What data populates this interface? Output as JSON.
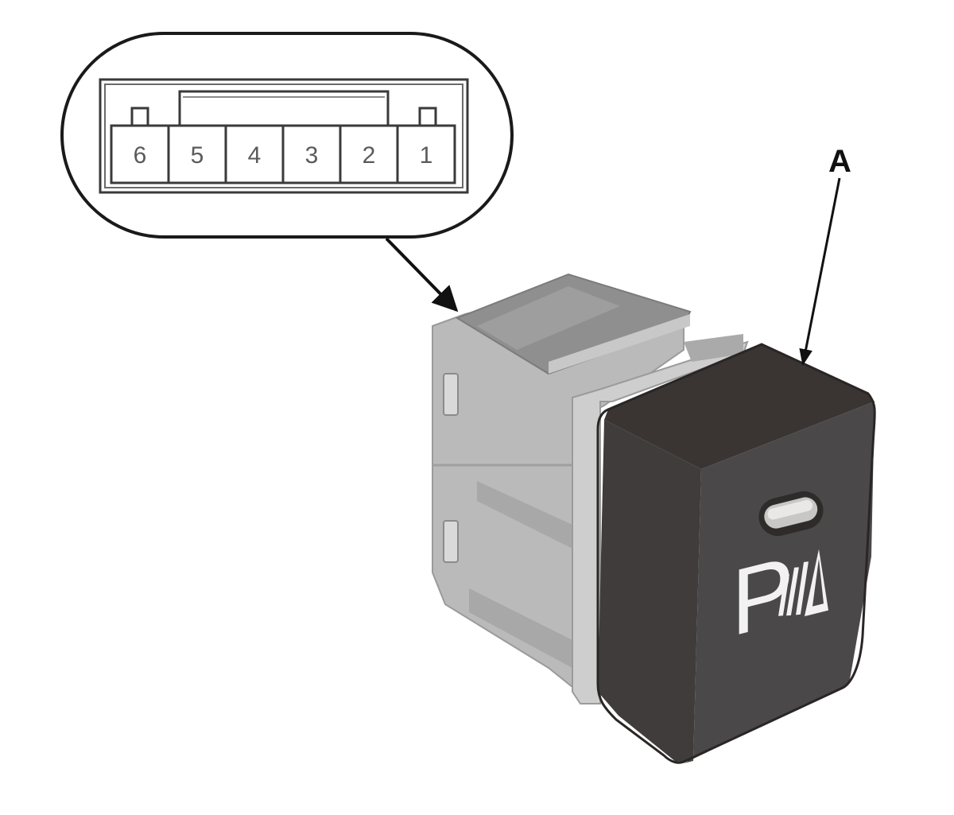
{
  "connector": {
    "pin_labels": [
      "6",
      "5",
      "4",
      "3",
      "2",
      "1"
    ]
  },
  "callout": {
    "label": "A"
  },
  "switch": {
    "icon_letter": "P",
    "icon": "parking-sensor-icon",
    "indicator": "indicator-lamp-icon"
  },
  "colors": {
    "outline": "#1a1a1a",
    "housing": "#b9bab9",
    "housing_dark": "#8e8f8e",
    "button_face": "#4a4848",
    "button_top": "#3a3533",
    "icon": "#f2f2f2"
  }
}
